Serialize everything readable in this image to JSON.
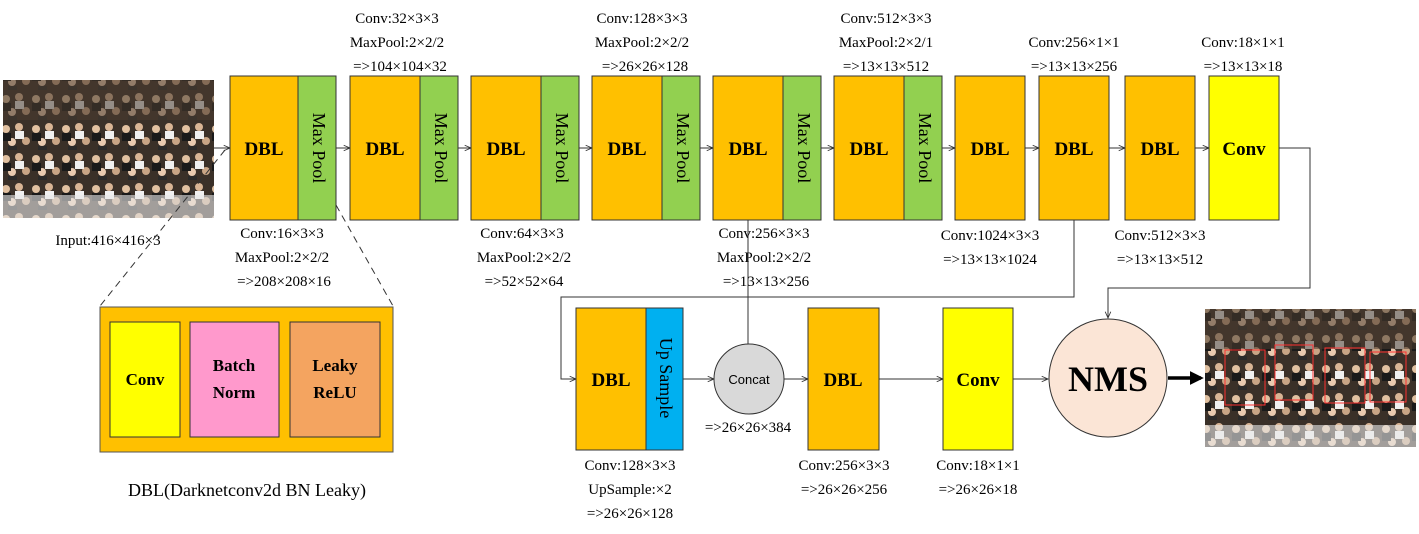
{
  "input_label": "Input:416×416×3",
  "block_dbl": "DBL",
  "block_maxpool": "Max Pool",
  "block_upsample": "Up Sample",
  "block_conv": "Conv",
  "concat_label": "Concat",
  "nms_label": "NMS",
  "legend": {
    "conv": "Conv",
    "batch_1": "Batch",
    "batch_2": "Norm",
    "leaky_1": "Leaky",
    "leaky_2": "ReLU",
    "caption": "DBL(Darknetconv2d BN Leaky)"
  },
  "top_annotations": [
    [
      "Conv:32×3×3",
      "MaxPool:2×2/2",
      "=>104×104×32"
    ],
    [
      "Conv:128×3×3",
      "MaxPool:2×2/2",
      "=>26×26×128"
    ],
    [
      "Conv:512×3×3",
      "MaxPool:2×2/1",
      "=>13×13×512"
    ],
    [
      "Conv:256×1×1",
      "=>13×13×256"
    ],
    [
      "Conv:18×1×1",
      "=>13×13×18"
    ]
  ],
  "bottom_annotations": [
    [
      "Conv:16×3×3",
      "MaxPool:2×2/2",
      "=>208×208×16"
    ],
    [
      "Conv:64×3×3",
      "MaxPool:2×2/2",
      "=>52×52×64"
    ],
    [
      "Conv:256×3×3",
      "MaxPool:2×2/2",
      "=>13×13×256"
    ],
    [
      "Conv:1024×3×3",
      "=>13×13×1024"
    ],
    [
      "Conv:512×3×3",
      "=>13×13×512"
    ]
  ],
  "lower_annotations": [
    [
      "Conv:128×3×3",
      "UpSample:×2",
      "=>26×26×128"
    ],
    [
      "=>26×26×384"
    ],
    [
      "Conv:256×3×3",
      "=>26×26×256"
    ],
    [
      "Conv:18×1×1",
      "=>26×26×18"
    ]
  ],
  "colors": {
    "dbl": "#FFC000",
    "maxpool": "#92D050",
    "upsample": "#00B0F0",
    "conv": "#FFFF00",
    "batch_norm": "#FF99CC",
    "leaky_relu": "#F4A460",
    "concat": "#D9D9D9",
    "nms": "#FBE5D6"
  }
}
